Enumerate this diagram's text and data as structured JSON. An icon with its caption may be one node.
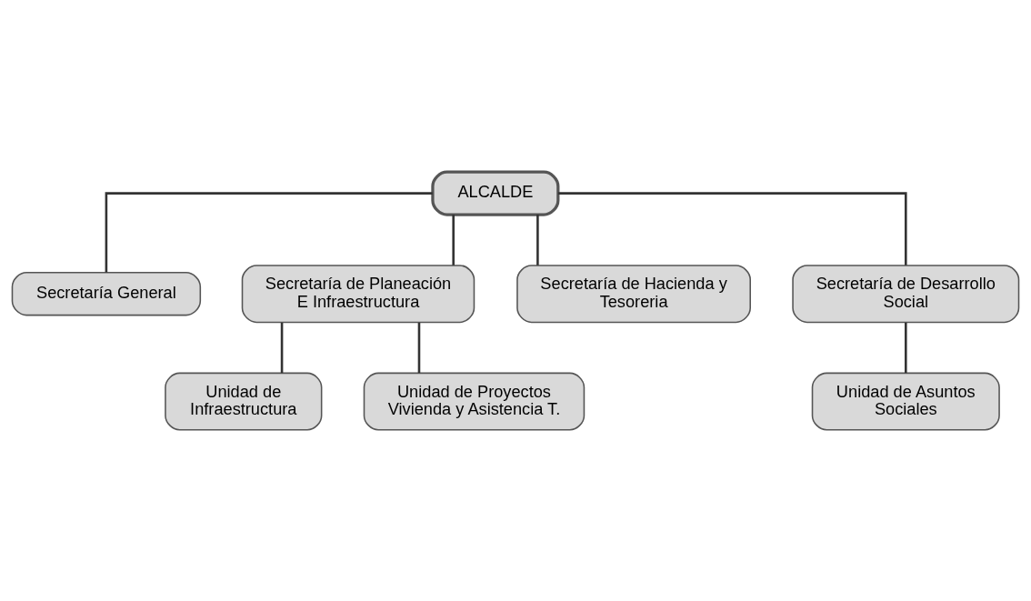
{
  "diagram": {
    "nodes": [
      {
        "text": [
          "ALCALDE"
        ]
      },
      {
        "text": [
          "Secretaría General"
        ]
      },
      {
        "text": [
          "Secretaría de Planeación E Infraestructura"
        ]
      },
      {
        "text": [
          "Secretaría de Hacienda y Tesoreria"
        ]
      },
      {
        "text": [
          "Secretaría de Desarrollo Social"
        ]
      },
      {
        "text": [
          "Unidad de Infraestructura"
        ]
      },
      {
        "text": [
          "Unidad de Asuntos Sociales"
        ]
      },
      {
        "text": [
          "Unidad de Proyectos Vivienda y Asistencia T."
        ]
      }
    ],
    "edges": [
      {
        "from": 0,
        "to": 1,
        "arrow": "none"
      },
      {
        "from": 0,
        "to": 2,
        "arrow": "none"
      },
      {
        "from": 0,
        "to": 3,
        "arrow": "none"
      },
      {
        "from": 0,
        "to": 4,
        "arrow": "none"
      },
      {
        "from": 2,
        "to": 5,
        "arrow": "none"
      },
      {
        "from": 2,
        "to": 7,
        "arrow": "none"
      },
      {
        "from": 4,
        "to": 6,
        "arrow": "none"
      }
    ]
  }
}
